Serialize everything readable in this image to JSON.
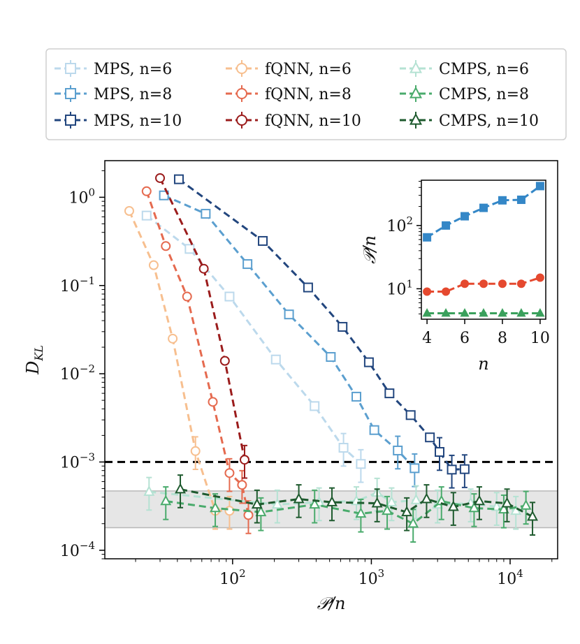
{
  "chart_data": [
    {
      "type": "scatter",
      "xlabel": "𝒫/n",
      "ylabel": "D_KL",
      "xscale": "log",
      "yscale": "log",
      "xlim": [
        12,
        22000
      ],
      "ylim": [
        8e-05,
        2.6
      ],
      "x_ticks": [
        100,
        1000,
        10000
      ],
      "y_ticks": [
        0.0001,
        0.001,
        0.01,
        0.1,
        1
      ],
      "threshold_line": 0.001,
      "noise_band": [
        0.00018,
        0.00047
      ],
      "legend_position": "top",
      "series": [
        {
          "name": "MPS, n=6",
          "family": "MPS",
          "n": 6,
          "color": "#bcd9ec",
          "marker": "square",
          "x": [
            24,
            49,
            95,
            205,
            390,
            630,
            840
          ],
          "y": [
            0.62,
            0.26,
            0.075,
            0.0145,
            0.0043,
            0.00145,
            0.00095
          ]
        },
        {
          "name": "MPS, n=8",
          "family": "MPS",
          "n": 8,
          "color": "#5b9fcf",
          "marker": "square",
          "x": [
            32,
            64,
            128,
            255,
            510,
            780,
            1050,
            1550,
            2050
          ],
          "y": [
            1.05,
            0.65,
            0.175,
            0.047,
            0.0155,
            0.0055,
            0.0023,
            0.00135,
            0.00085
          ]
        },
        {
          "name": "MPS, n=10",
          "family": "MPS",
          "n": 10,
          "color": "#22467e",
          "marker": "square",
          "x": [
            41,
            165,
            350,
            620,
            960,
            1350,
            1920,
            2640,
            3100,
            3800,
            4700
          ],
          "y": [
            1.6,
            0.32,
            0.095,
            0.034,
            0.0135,
            0.006,
            0.0034,
            0.0019,
            0.0013,
            0.00082,
            0.00083
          ]
        },
        {
          "name": "fQNN, n=6",
          "family": "fQNN",
          "n": 6,
          "color": "#f7bf8f",
          "marker": "circle",
          "x": [
            18,
            27,
            37,
            54,
            75,
            95
          ],
          "y": [
            0.7,
            0.17,
            0.025,
            0.00133,
            0.00028,
            0.00028
          ]
        },
        {
          "name": "fQNN, n=8",
          "family": "fQNN",
          "n": 8,
          "color": "#e56a4f",
          "marker": "circle",
          "x": [
            24,
            33,
            47,
            72,
            95,
            117,
            130
          ],
          "y": [
            1.17,
            0.28,
            0.075,
            0.0048,
            0.00075,
            0.00055,
            0.00025
          ]
        },
        {
          "name": "fQNN, n=10",
          "family": "fQNN",
          "n": 10,
          "color": "#9b1c1c",
          "marker": "circle",
          "x": [
            30,
            62,
            88,
            122
          ],
          "y": [
            1.65,
            0.155,
            0.014,
            0.00106
          ]
        },
        {
          "name": "CMPS, n=6",
          "family": "CMPS",
          "n": 6,
          "color": "#b5e2d3",
          "marker": "triangle",
          "x": [
            25,
            210,
            420,
            780,
            1100,
            1400,
            2100,
            3000,
            5200,
            8000,
            11000
          ],
          "y": [
            0.00046,
            0.00033,
            0.00035,
            0.00036,
            0.00045,
            0.00035,
            0.00037,
            0.00033,
            0.00034,
            0.00031,
            0.00028
          ]
        },
        {
          "name": "CMPS, n=8",
          "family": "CMPS",
          "n": 8,
          "color": "#4aab6c",
          "marker": "triangle",
          "x": [
            33,
            75,
            160,
            390,
            840,
            1300,
            2000,
            3200,
            5500,
            9000,
            13000
          ],
          "y": [
            0.00036,
            0.0003,
            0.00027,
            0.00033,
            0.00026,
            0.00028,
            0.0002,
            0.00036,
            0.0003,
            0.00029,
            0.00032
          ]
        },
        {
          "name": "CMPS, n=10",
          "family": "CMPS",
          "n": 10,
          "color": "#1e5a2e",
          "marker": "triangle",
          "x": [
            42,
            150,
            300,
            520,
            1100,
            1800,
            2500,
            3900,
            6000,
            9500,
            14500
          ],
          "y": [
            0.00049,
            0.00033,
            0.00038,
            0.00035,
            0.00034,
            0.00027,
            0.00038,
            0.00031,
            0.00036,
            0.00034,
            0.00024
          ]
        }
      ]
    },
    {
      "type": "scatter",
      "xlabel": "n",
      "ylabel": "𝒫/n",
      "yscale": "log",
      "xlim": [
        3.7,
        10.3
      ],
      "ylim": [
        3.3,
        520
      ],
      "x_ticks": [
        4,
        6,
        8,
        10
      ],
      "y_ticks": [
        10,
        100
      ],
      "series": [
        {
          "family": "MPS",
          "color": "#3487c7",
          "marker": "square",
          "x": [
            4,
            5,
            6,
            7,
            8,
            9,
            10
          ],
          "y": [
            65,
            100,
            140,
            190,
            250,
            255,
            420
          ]
        },
        {
          "family": "fQNN",
          "color": "#e5492f",
          "marker": "circle",
          "x": [
            4,
            5,
            6,
            7,
            8,
            9,
            10
          ],
          "y": [
            9,
            9,
            12,
            12,
            12,
            12,
            15
          ]
        },
        {
          "family": "CMPS",
          "color": "#3aa05c",
          "marker": "triangle",
          "x": [
            4,
            5,
            6,
            7,
            8,
            9,
            10
          ],
          "y": [
            4.1,
            4.1,
            4.1,
            4.1,
            4.1,
            4.1,
            4.1
          ]
        }
      ]
    }
  ]
}
